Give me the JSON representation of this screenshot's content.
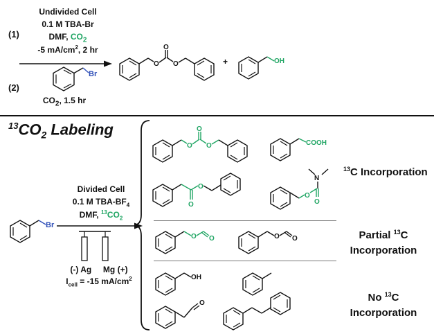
{
  "header_fragment": "...",
  "top": {
    "step1": "(1)",
    "step2": "(2)",
    "cell": "Undivided Cell",
    "electrolyte": "0.1 M TBA-Br",
    "solvent": "DMF, ",
    "co2": "CO",
    "co2_sub": "2",
    "current": "-5 mA/cm",
    "current_sup": "2",
    "current_time": ", 2 hr",
    "step2_co2": "CO",
    "step2_sub": "2",
    "step2_time": ", 1.5 hr",
    "br": "Br",
    "oh": "OH",
    "plus": "+",
    "carbonate_o": "O"
  },
  "labeling": {
    "title_sup": "13",
    "title_co": "CO",
    "title_sub": "2",
    "title_rest": " Labeling",
    "br": "Br",
    "cell": "Divided Cell",
    "electrolyte": "0.1 M TBA-BF",
    "electrolyte_sub": "4",
    "solvent": "DMF, ",
    "label_sup": "13",
    "label_co": "CO",
    "label_sub": "2",
    "electrodes": "(-) Ag     Mg (+)",
    "icell": "I",
    "icell_sub": "cell",
    "icell_val": " = -15 mA/cm",
    "icell_sup": "2"
  },
  "groups": {
    "full": {
      "pre": "",
      "sup": "13",
      "rest": "C Incorporation"
    },
    "partial": {
      "line1_pre": "Partial ",
      "sup": "13",
      "line1_post": "C",
      "line2": "Incorporation"
    },
    "none": {
      "line1_pre": "No ",
      "sup": "13",
      "line1_post": "C",
      "line2": "Incorporation"
    }
  },
  "structure_labels": {
    "cooh": "COOH",
    "oh": "OH",
    "o": "O",
    "n": "N"
  },
  "colors": {
    "green": "#1fa563",
    "blue": "#2f4fb8",
    "ink": "#111111"
  }
}
